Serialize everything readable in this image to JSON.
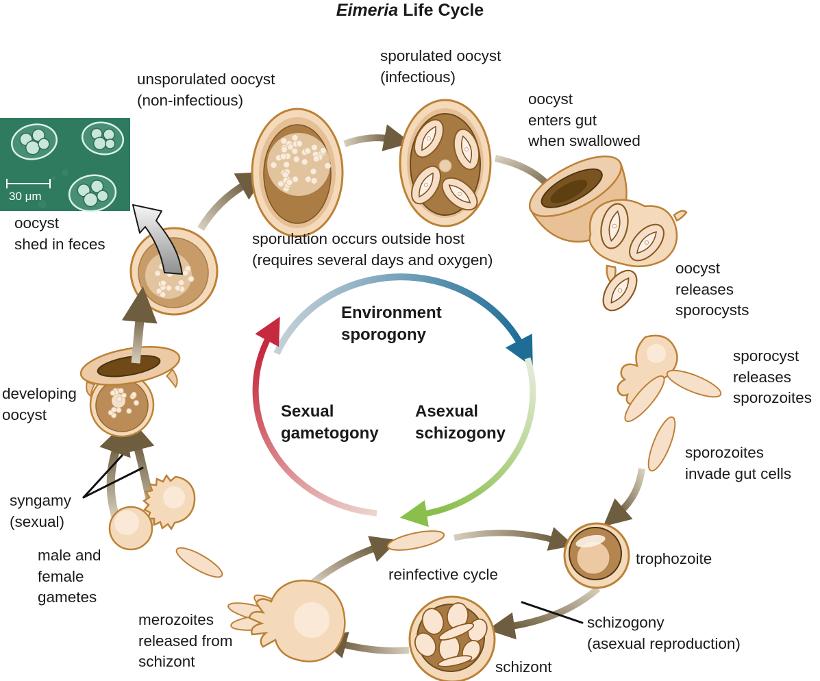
{
  "title": {
    "italic": "Eimeria",
    "rest": " Life Cycle"
  },
  "micrograph": {
    "scale_bar": "30 μm"
  },
  "labels": {
    "oocyst_shed": "oocyst\nshed in feces",
    "unsporulated": "unsporulated oocyst\n(non-infectious)",
    "sporulated": "sporulated oocyst\n(infectious)",
    "enters_gut": "oocyst\nenters gut\nwhen swallowed",
    "sporulation_note": "sporulation occurs outside host\n(requires several days and oxygen)",
    "releases_sporocysts": "oocyst\nreleases\nsporocysts",
    "sporocyst_releases": "sporocyst\nreleases\nsporozoites",
    "sporozoites_invade": "sporozoites\ninvade gut cells",
    "trophozoite": "trophozoite",
    "schizogony": "schizogony\n(asexual reproduction)",
    "schizont": "schizont",
    "reinfective": "reinfective cycle",
    "merozoites_released": "merozoites\nreleased from\nschizont",
    "gametes": "male and\nfemale\ngametes",
    "syngamy": "syngamy\n(sexual)",
    "developing_oocyst": "developing\noocyst"
  },
  "cycle": {
    "environment": "Environment\nsporogony",
    "sexual": "Sexual\ngametogony",
    "asexual": "Asexual\nschizogony"
  },
  "colors": {
    "arc_blue": "#1d6d96",
    "arc_green": "#8abf4c",
    "arc_red": "#c52a3e",
    "arrow_brown": "#6e5d3f",
    "cell_outline": "#bc8136",
    "cell_light": "#f4dabb",
    "cell_brown": "#ab7c44",
    "micro_bg": "#2e7b60",
    "text": "#1a1a1a"
  }
}
